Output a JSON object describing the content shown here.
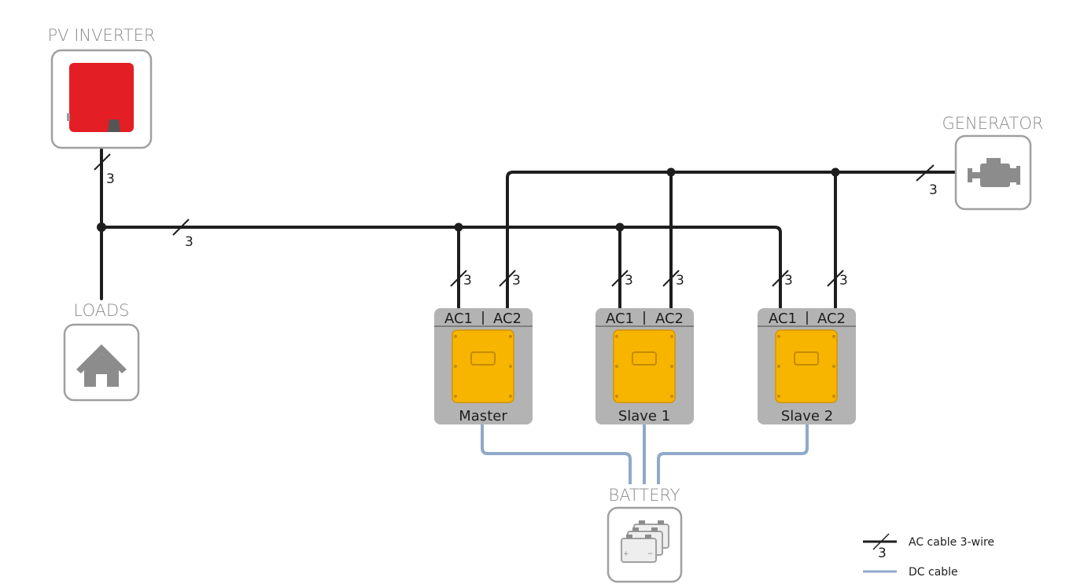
{
  "labels": {
    "pv_inverter": "PV INVERTER",
    "generator": "GENERATOR",
    "loads": "LOADS",
    "battery": "BATTERY"
  },
  "units": [
    {
      "name": "Master",
      "ac1": "AC1",
      "ac2": "AC2"
    },
    {
      "name": "Slave 1",
      "ac1": "AC1",
      "ac2": "AC2"
    },
    {
      "name": "Slave 2",
      "ac1": "AC1",
      "ac2": "AC2"
    }
  ],
  "wire_count": "3",
  "legend": {
    "ac_symbol_number": "3",
    "ac_label": "AC cable 3-wire",
    "dc_label": "DC cable"
  },
  "colors": {
    "ac_cable": "#1e1e1e",
    "dc_cable": "#8fa9c8",
    "inverter_red": "#e31e24",
    "unit_yellow": "#f7b500",
    "unit_grey": "#b3b3b3"
  },
  "icons": {
    "pv_inverter": "inverter-icon",
    "generator": "engine-icon",
    "loads": "house-icon",
    "battery": "battery-icon"
  }
}
